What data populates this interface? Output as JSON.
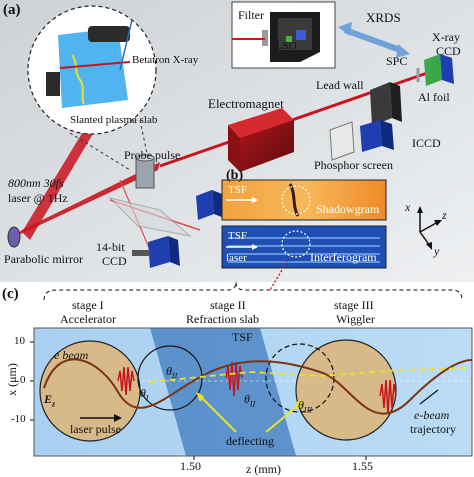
{
  "panel_a": {
    "tag": "(a)",
    "labels": {
      "filter": "Filter",
      "xrds": "XRDS",
      "lso": "LSO",
      "xray_ccd_1": "X-ray",
      "xray_ccd_2": "CCD",
      "spc": "SPC",
      "lead_wall": "Lead wall",
      "al_foil": "Al foil",
      "electromagnet": "Electromagnet",
      "iccd": "ICCD",
      "phosphor_screen": "Phosphor screen",
      "betatron": "Betatron X-ray",
      "slanted_slab": "Slanted plasma slab",
      "probe_pulse": "Probe pulse",
      "laser_1": "800nm 30fs",
      "laser_2": "laser @ 1Hz",
      "parabolic_mirror": "Parabolic mirror",
      "ccd14_1": "14-bit",
      "ccd14_2": "CCD",
      "axis_x": "x",
      "axis_z": "z",
      "axis_y": "y"
    }
  },
  "panel_b": {
    "tag": "(b)",
    "labels": {
      "tsf_top": "TSF",
      "shadowgram": "Shadowgram",
      "tsf_bottom": "TSF",
      "laser": "laser",
      "interferogram": "Interferogram"
    }
  },
  "panel_c": {
    "tag": "(c)",
    "stages": {
      "s1_title": "stage I",
      "s1_name": "Accelerator",
      "s2_title": "stage II",
      "s2_name": "Refraction slab",
      "s3_title": "stage III",
      "s3_name": "Wiggler"
    },
    "labels": {
      "tsf": "TSF",
      "e_beam": "e beam",
      "ez": "E",
      "ez_sub": "z",
      "theta_i": "θ",
      "theta_i_sub": "I",
      "theta_ii_top": "θ",
      "theta_ii_top_sub": "II",
      "theta_ii": "θ",
      "theta_ii_sub": "II",
      "theta_iii": "θ",
      "theta_iii_sub": "III",
      "laser_pulse": "laser pulse",
      "deflecting": "deflecting",
      "ebeam_traj_1": "e-beam",
      "ebeam_traj_2": "trajectory"
    },
    "axes": {
      "ylabel": "x (μm)",
      "xlabel": "z (mm)",
      "yticks": [
        "10",
        "0",
        "-10"
      ],
      "xticks": [
        "1.50",
        "1.55"
      ]
    }
  },
  "colors": {
    "laser_red": "#c8141e",
    "plasma_blue": "#7fb6e3",
    "slab_blue": "#4d86c6",
    "beam_tan": "#d8b98a",
    "trajectory": "#7a3410",
    "trajectory_dashed": "#e9e02a"
  }
}
